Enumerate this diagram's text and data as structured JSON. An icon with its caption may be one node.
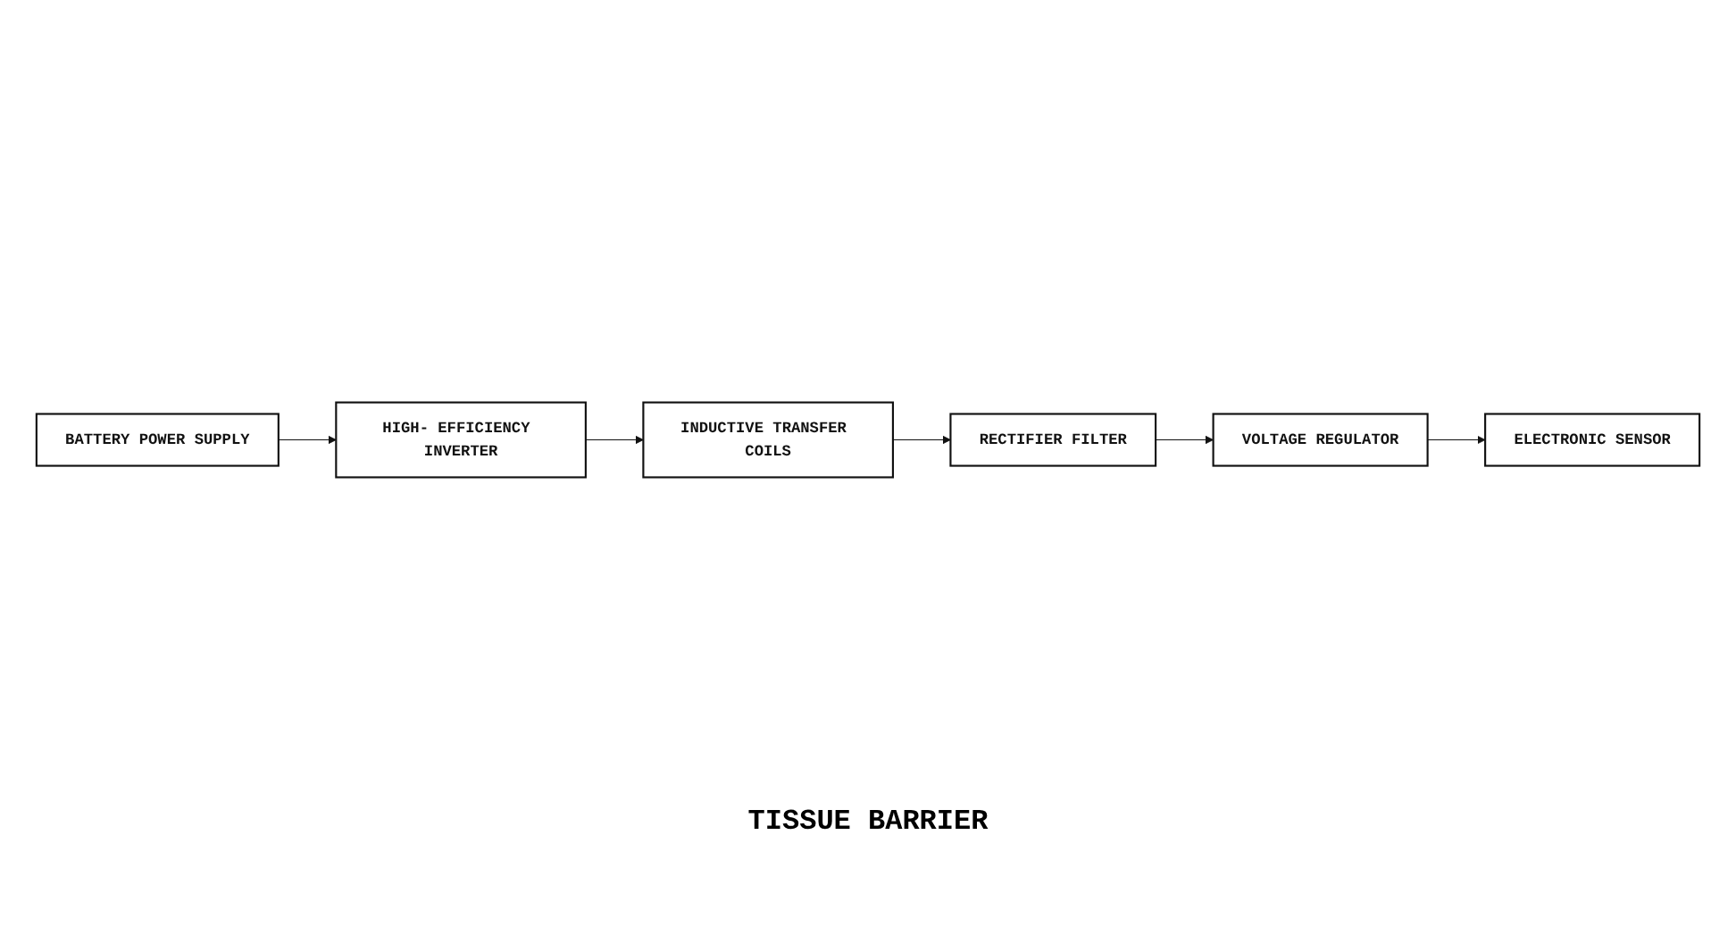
{
  "diagram": {
    "nodes": [
      {
        "text": [
          "HIGH- EFFICIENCY INVERTER"
        ]
      },
      {
        "text": [
          "INDUCTIVE TRANSFER COILS"
        ]
      },
      {
        "text": [
          "RECTIFIER FILTER"
        ]
      },
      {
        "text": [
          "VOLTAGE REGULATOR"
        ]
      },
      {
        "text": [
          "BATTERY POWER SUPPLY"
        ]
      },
      {
        "text": [
          "ELECTRONIC SENSOR"
        ]
      }
    ],
    "edges": [
      {
        "from": 0,
        "to": 1,
        "arrow": "to"
      },
      {
        "from": 1,
        "to": 2,
        "arrow": "to"
      },
      {
        "from": 2,
        "to": 3,
        "arrow": "to"
      },
      {
        "from": 4,
        "to": 0,
        "arrow": "to"
      },
      {
        "from": 3,
        "to": 5,
        "arrow": "to"
      }
    ],
    "labels": [
      "TISSUE BARRIER"
    ]
  }
}
